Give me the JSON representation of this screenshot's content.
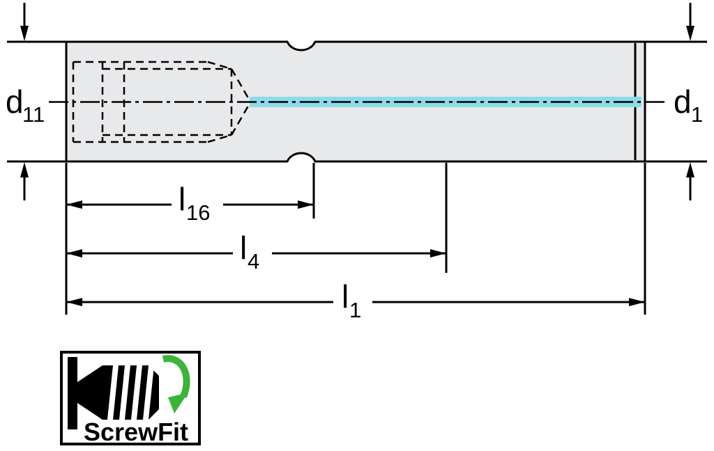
{
  "drawing": {
    "labels": {
      "d11": {
        "base": "d",
        "sub": "11"
      },
      "d1": {
        "base": "d",
        "sub": "1"
      }
    },
    "dims": {
      "l16": {
        "base": "l",
        "sub": "16"
      },
      "l4": {
        "base": "l",
        "sub": "4"
      },
      "l1": {
        "base": "l",
        "sub": "1"
      }
    },
    "colors": {
      "body_fill": "#e8e9ea",
      "outline": "#000000",
      "coolant_highlight": "#8cdbe8"
    }
  },
  "logo": {
    "text": "ScrewFit",
    "text_color": "#1b3d80",
    "arrow_color": "#3cb43a",
    "icon_color": "#000000"
  }
}
